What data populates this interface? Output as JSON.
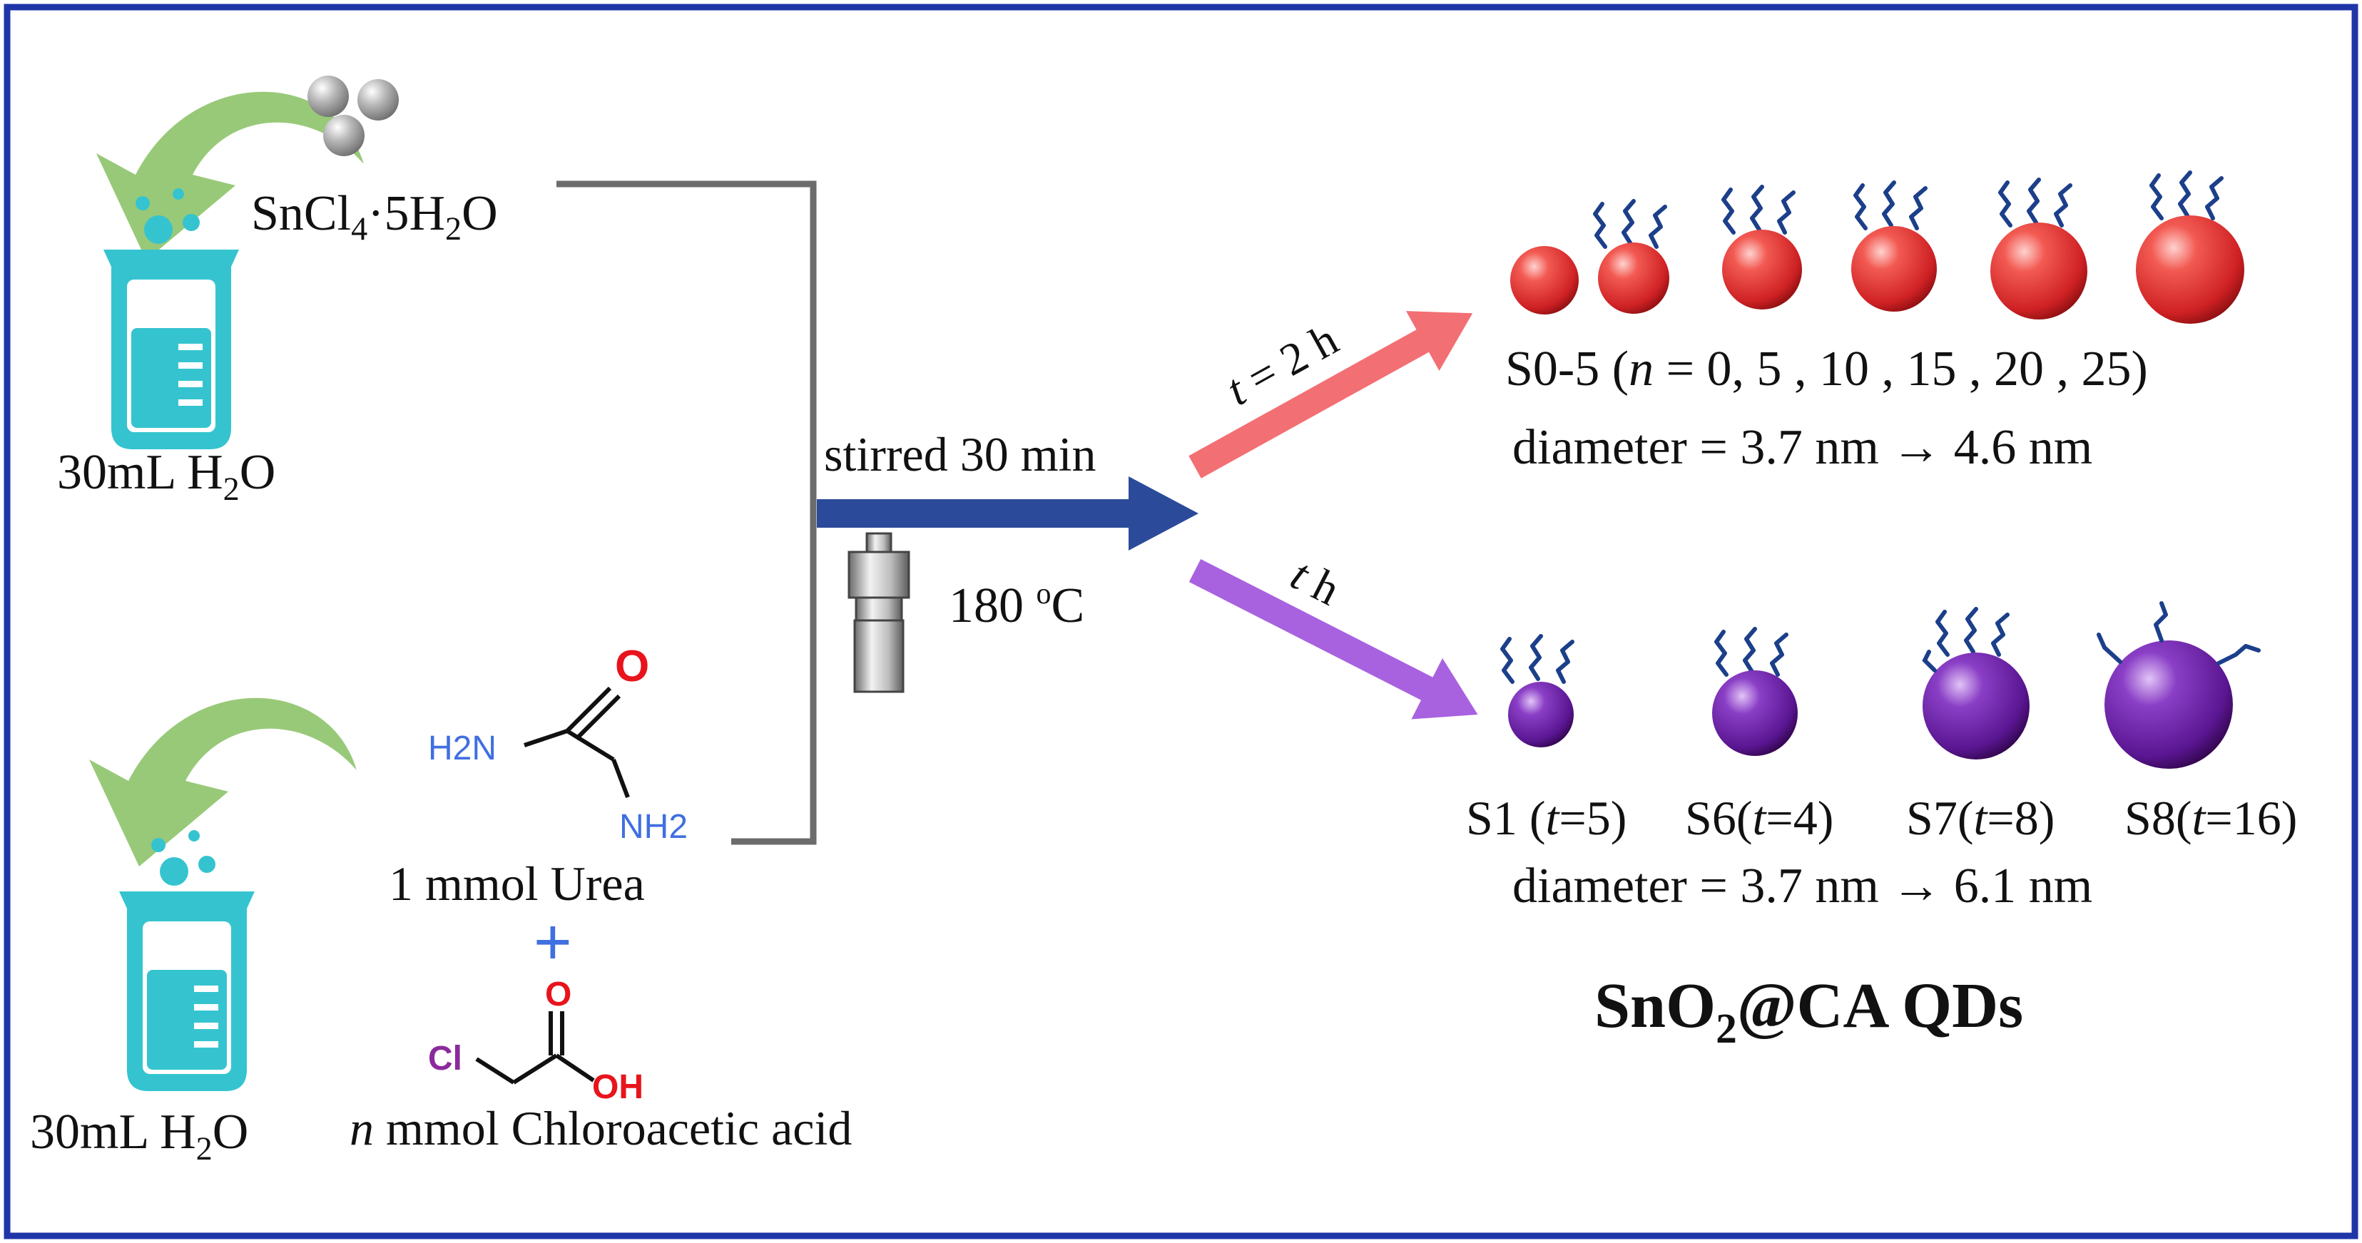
{
  "colors": {
    "frame": "#1f36a8",
    "leaf_arrow": "#98c978",
    "beaker": "#35c4cf",
    "bracket": "#6c6c6c",
    "main_arrow": "#2b4a9a",
    "red_arrow": "#f26f73",
    "purple_arrow": "#a862e0",
    "red_qd": "#e8393b",
    "purple_qd": "#6a1fa6",
    "ligand": "#1c3f8a",
    "oxygen": "#e8141c",
    "nitrogen": "#3f6fe0",
    "chlorine": "#8a2a9c",
    "plus": "#3f6fe0"
  },
  "icons": [
    "leaf-arrow-icon",
    "beaker-icon",
    "grey-spheres-icon",
    "autoclave-icon",
    "quantum-dot-icon"
  ],
  "reagents": {
    "beaker_top_label": {
      "pre": "30mL H",
      "sub": "2",
      "post": "O"
    },
    "beaker_bottom_label": {
      "pre": "30mL H",
      "sub": "2",
      "post": "O"
    },
    "tin_salt": {
      "a": "SnCl",
      "sub": "4",
      "b": "·5H",
      "sub2": "2",
      "c": "O"
    },
    "urea": {
      "o": "O",
      "h2n": "H2N",
      "nh2": "NH2",
      "label": "1 mmol  Urea"
    },
    "plus": "+",
    "chloroacetic": {
      "cl": "Cl",
      "o": "O",
      "oh": "OH",
      "n": "n",
      "label": " mmol  Chloroacetic acid"
    }
  },
  "process": {
    "stir": "stirred 30 min",
    "temp_pre": "180 ",
    "temp_sup": "o",
    "temp_post": "C"
  },
  "branch_upper": {
    "arrow_label_t": "t",
    "arrow_label_rest": " = 2 h",
    "samples_a": "S0-5  (",
    "samples_n": "n",
    "samples_b": " = 0, 5 , 10 , 15 , 20 , 25)",
    "diameter": "diameter = 3.7 nm → 4.6 nm"
  },
  "branch_lower": {
    "arrow_label_t": "t",
    "arrow_label_rest": " h",
    "samples": [
      {
        "a": "S1 (",
        "t": "t",
        "b": "=5)"
      },
      {
        "a": "S6(",
        "t": "t",
        "b": "=4)"
      },
      {
        "a": "S7(",
        "t": "t",
        "b": "=8)"
      },
      {
        "a": "S8(",
        "t": "t",
        "b": "=16)"
      }
    ],
    "diameter": "diameter = 3.7 nm → 6.1 nm"
  },
  "product": {
    "a": "SnO",
    "sub": "2",
    "b": "@CA QDs"
  }
}
